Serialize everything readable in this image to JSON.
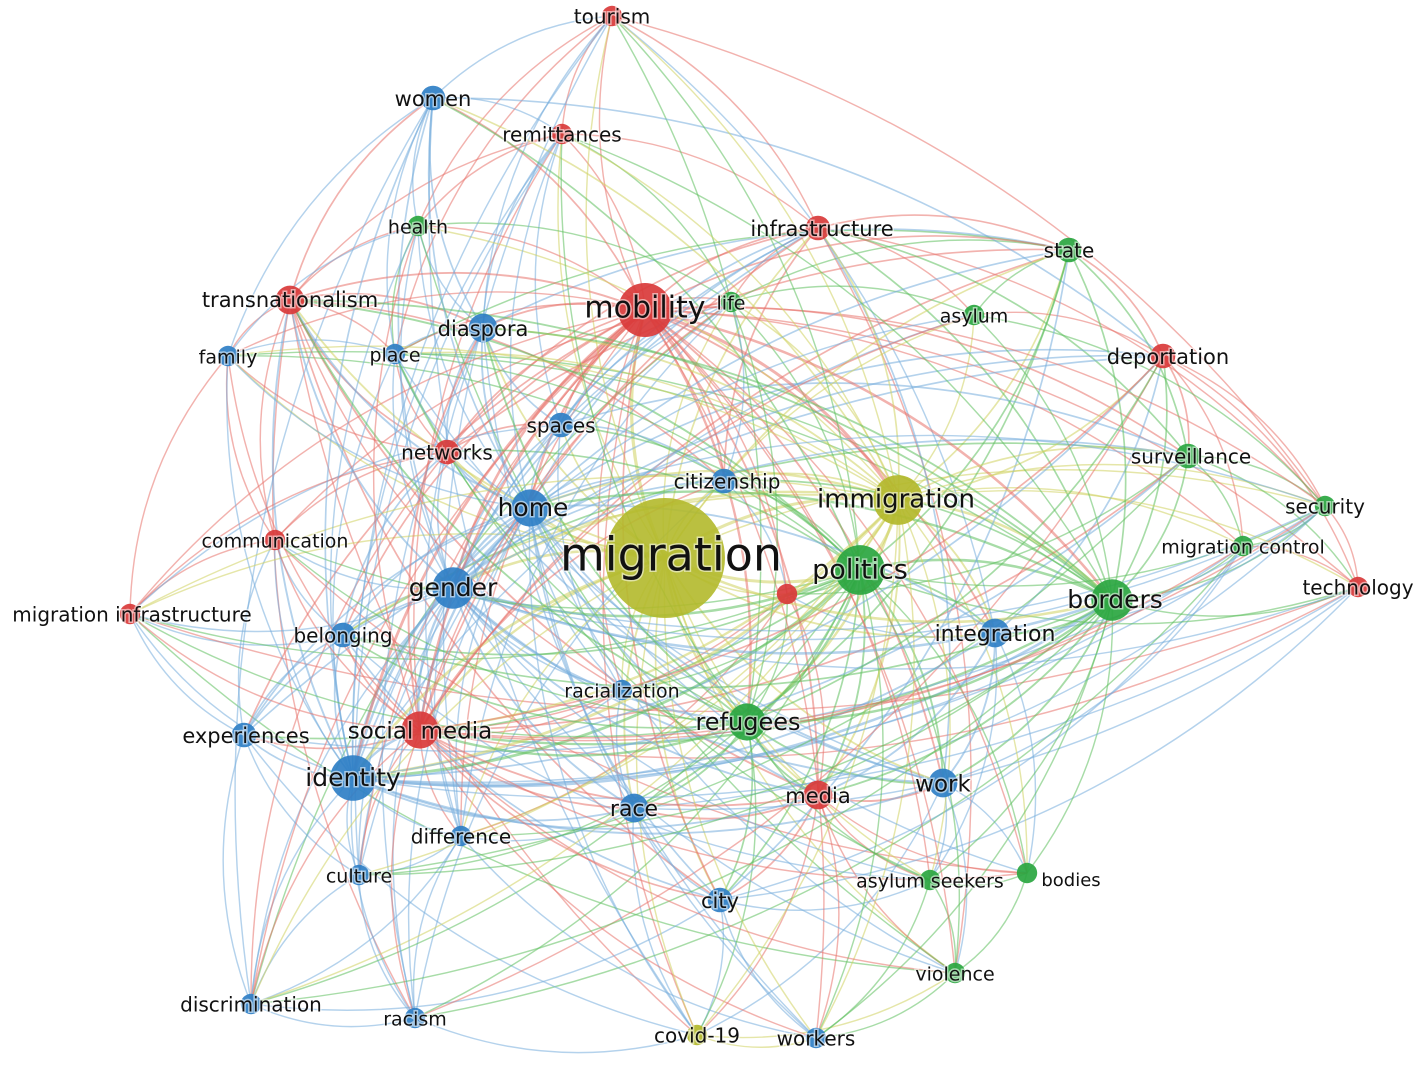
{
  "clusters": {
    "red": {
      "color": "#d93a3a",
      "edge": "#e8726c"
    },
    "green": {
      "color": "#2aa640",
      "edge": "#5fbf5f"
    },
    "blue": {
      "color": "#2f7fc5",
      "edge": "#76addd"
    },
    "yellow": {
      "color": "#b3b92b",
      "edge": "#cfd160"
    }
  },
  "nodes": [
    {
      "id": "migration",
      "label": "migration",
      "cluster": "yellow",
      "weight": 10
    },
    {
      "id": "immigration",
      "label": "immigration",
      "cluster": "yellow",
      "weight": 4.5
    },
    {
      "id": "covid-19",
      "label": "covid-19",
      "cluster": "yellow",
      "weight": 1
    },
    {
      "id": "mobility",
      "label": "mobility",
      "cluster": "red",
      "weight": 5
    },
    {
      "id": "tourism",
      "label": "tourism",
      "cluster": "red",
      "weight": 1
    },
    {
      "id": "remittances",
      "label": "remittances",
      "cluster": "red",
      "weight": 1
    },
    {
      "id": "infrastructure",
      "label": "infrastructure",
      "cluster": "red",
      "weight": 1.5
    },
    {
      "id": "transnationalism",
      "label": "transnationalism",
      "cluster": "red",
      "weight": 2
    },
    {
      "id": "networks",
      "label": "networks",
      "cluster": "red",
      "weight": 1.5
    },
    {
      "id": "communication",
      "label": "communication",
      "cluster": "red",
      "weight": 1
    },
    {
      "id": "migration-infrastructure",
      "label": "migration infrastructure",
      "cluster": "red",
      "weight": 1
    },
    {
      "id": "social-media",
      "label": "social media",
      "cluster": "red",
      "weight": 3
    },
    {
      "id": "media",
      "label": "media",
      "cluster": "red",
      "weight": 2
    },
    {
      "id": "deportation",
      "label": "deportation",
      "cluster": "red",
      "weight": 1.5
    },
    {
      "id": "technology",
      "label": "technology",
      "cluster": "red",
      "weight": 1
    },
    {
      "id": "unlabeled-red",
      "label": "",
      "cluster": "red",
      "weight": 1
    },
    {
      "id": "politics",
      "label": "politics",
      "cluster": "green",
      "weight": 4.5
    },
    {
      "id": "borders",
      "label": "borders",
      "cluster": "green",
      "weight": 3.5
    },
    {
      "id": "refugees",
      "label": "refugees",
      "cluster": "green",
      "weight": 3
    },
    {
      "id": "health",
      "label": "health",
      "cluster": "green",
      "weight": 1
    },
    {
      "id": "life",
      "label": "life",
      "cluster": "green",
      "weight": 1
    },
    {
      "id": "asylum",
      "label": "asylum",
      "cluster": "green",
      "weight": 1
    },
    {
      "id": "state",
      "label": "state",
      "cluster": "green",
      "weight": 1.5
    },
    {
      "id": "surveillance",
      "label": "surveillance",
      "cluster": "green",
      "weight": 1.5
    },
    {
      "id": "security",
      "label": "security",
      "cluster": "green",
      "weight": 1
    },
    {
      "id": "migration-control",
      "label": "migration control",
      "cluster": "green",
      "weight": 1
    },
    {
      "id": "asylum-seekers",
      "label": "asylum seekers",
      "cluster": "green",
      "weight": 1
    },
    {
      "id": "bodies",
      "label": "bodies",
      "cluster": "green",
      "weight": 1
    },
    {
      "id": "violence",
      "label": "violence",
      "cluster": "green",
      "weight": 1
    },
    {
      "id": "women",
      "label": "women",
      "cluster": "blue",
      "weight": 1.5
    },
    {
      "id": "family",
      "label": "family",
      "cluster": "blue",
      "weight": 1
    },
    {
      "id": "diaspora",
      "label": "diaspora",
      "cluster": "blue",
      "weight": 2
    },
    {
      "id": "place",
      "label": "place",
      "cluster": "blue",
      "weight": 1
    },
    {
      "id": "spaces",
      "label": "spaces",
      "cluster": "blue",
      "weight": 1.5
    },
    {
      "id": "home",
      "label": "home",
      "cluster": "blue",
      "weight": 3
    },
    {
      "id": "citizenship",
      "label": "citizenship",
      "cluster": "blue",
      "weight": 1.5
    },
    {
      "id": "gender",
      "label": "gender",
      "cluster": "blue",
      "weight": 3.5
    },
    {
      "id": "belonging",
      "label": "belonging",
      "cluster": "blue",
      "weight": 1.5
    },
    {
      "id": "integration",
      "label": "integration",
      "cluster": "blue",
      "weight": 2
    },
    {
      "id": "racialization",
      "label": "racialization",
      "cluster": "blue",
      "weight": 1
    },
    {
      "id": "experiences",
      "label": "experiences",
      "cluster": "blue",
      "weight": 1.5
    },
    {
      "id": "identity",
      "label": "identity",
      "cluster": "blue",
      "weight": 4
    },
    {
      "id": "race",
      "label": "race",
      "cluster": "blue",
      "weight": 2
    },
    {
      "id": "work",
      "label": "work",
      "cluster": "blue",
      "weight": 2
    },
    {
      "id": "difference",
      "label": "difference",
      "cluster": "blue",
      "weight": 1
    },
    {
      "id": "culture",
      "label": "culture",
      "cluster": "blue",
      "weight": 1
    },
    {
      "id": "city",
      "label": "city",
      "cluster": "blue",
      "weight": 1.5
    },
    {
      "id": "discrimination",
      "label": "discrimination",
      "cluster": "blue",
      "weight": 1
    },
    {
      "id": "racism",
      "label": "racism",
      "cluster": "blue",
      "weight": 1
    },
    {
      "id": "workers",
      "label": "workers",
      "cluster": "blue",
      "weight": 1
    }
  ]
}
